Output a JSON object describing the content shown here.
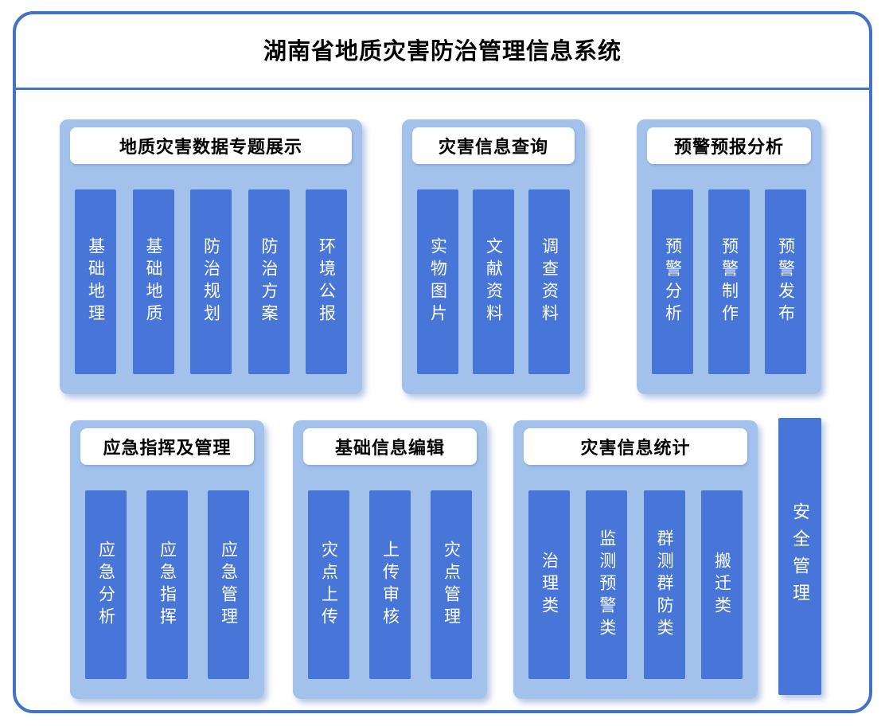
{
  "title": "湖南省地质灾害防治管理信息系统",
  "groups": [
    {
      "title": "地质灾害数据专题展示",
      "items": [
        "基础地理",
        "基础地质",
        "防治规划",
        "防治方案",
        "环境公报"
      ]
    },
    {
      "title": "灾害信息查询",
      "items": [
        "实物图片",
        "文献资料",
        "调查资料"
      ]
    },
    {
      "title": "预警预报分析",
      "items": [
        "预警分析",
        "预警制作",
        "预警发布"
      ]
    },
    {
      "title": "应急指挥及管理",
      "items": [
        "应急分析",
        "应急指挥",
        "应急管理"
      ]
    },
    {
      "title": "基础信息编辑",
      "items": [
        "灾点上传",
        "上传审核",
        "灾点管理"
      ]
    },
    {
      "title": "灾害信息统计",
      "items": [
        "治理类",
        "监测预警类",
        "群测群防类",
        "搬迁类"
      ]
    }
  ],
  "security_module": {
    "label": "安全管理"
  },
  "colors": {
    "frame_border": "#4472C4",
    "group_background": "#A3C2EB",
    "module_bar": "#4876D8",
    "group_title_background": "#FFFFFF",
    "title_text": "#000000",
    "bar_text": "#FFFFFF"
  }
}
